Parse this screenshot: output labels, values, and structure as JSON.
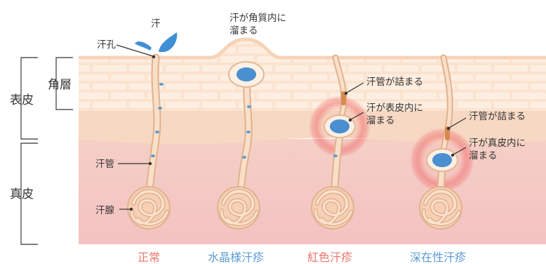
{
  "layers": {
    "epidermis": "表皮",
    "stratum_corneum": "角層",
    "dermis": "真皮"
  },
  "parts": {
    "sweat": "汗",
    "sweat_pore": "汗孔",
    "sweat_duct": "汗管",
    "sweat_gland": "汗腺"
  },
  "annotations": {
    "crystallina_line1": "汗が角質内に",
    "crystallina_line2": "溜まる",
    "duct_blocked_1": "汗管が詰まる",
    "rubra_line1": "汗が表皮内に",
    "rubra_line2": "溜まる",
    "duct_blocked_2": "汗管が詰まる",
    "profunda_line1": "汗が真皮内に",
    "profunda_line2": "溜まる"
  },
  "captions": [
    {
      "label": "正常",
      "color": "#e8766a"
    },
    {
      "label": "水晶様汗疹",
      "color": "#5b9bd1"
    },
    {
      "label": "紅色汗疹",
      "color": "#e8766a"
    },
    {
      "label": "深在性汗疹",
      "color": "#5b9bd1"
    }
  ],
  "colors": {
    "stratum_corneum": "#fbe0c9",
    "epidermis": "#f7d6c0",
    "dermis": "#f4c3c3",
    "duct": "#f9dcc3",
    "duct_outline": "#e0b28e",
    "sweat_blue": "#4a8fd0",
    "inflammation": "#ef6f6f"
  }
}
